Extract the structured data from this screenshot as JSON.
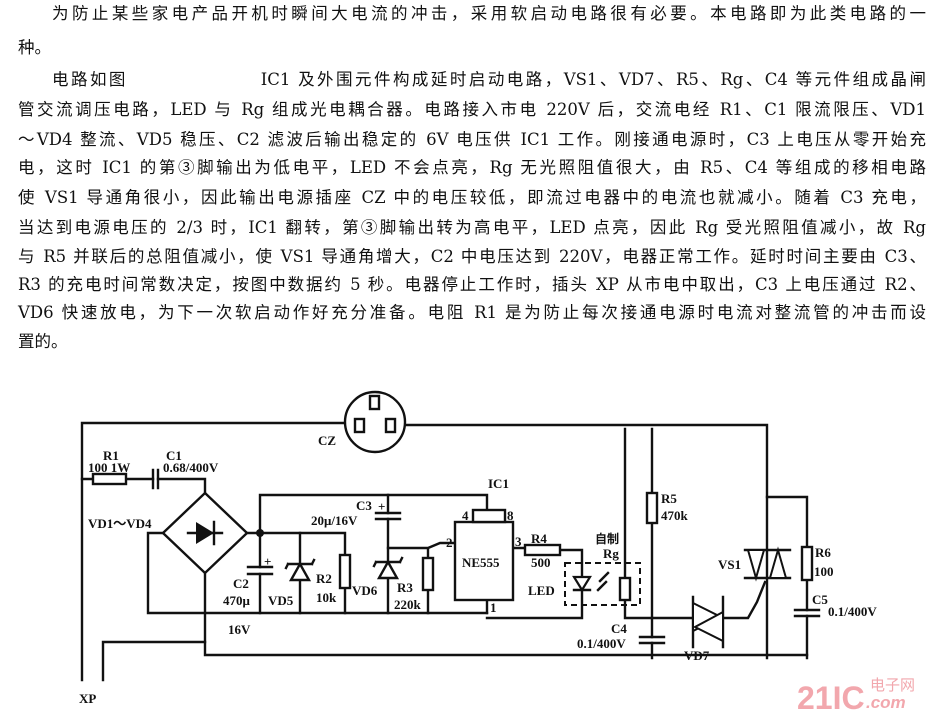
{
  "article": {
    "lines": [
      "为防止某些家电产品开机时瞬间大电流的冲击，采用软启动电路很有必要。本电路即为此类电路的一",
      "种。",
      "电路如图　　　　　　　IC1 及外围元件构成延时启动电路，VS1、VD7、R5、Rg、C4 等元件组成晶闸",
      "管交流调压电路，LED 与 Rg 组成光电耦合器。电路接入市电 220V 后，交流电经 R1、C1 限流限压、VD1",
      "～VD4 整流、VD5 稳压、C2 滤波后输出稳定的 6V 电压供 IC1 工作。刚接通电源时，C3 上电压从零开始充",
      "电，这时 IC1 的第③脚输出为低电平，LED 不会点亮，Rg 无光照阻值很大，由 R5、C4 等组成的移相电路",
      "使 VS1 导通角很小，因此输出电源插座 CZ 中的电压较低，即流过电器中的电流也就减小。随着 C3 充电，",
      "当达到电源电压的 2/3 时，IC1 翻转，第③脚输出转为高电平，LED 点亮，因此 Rg 受光照阻值减小，故 Rg",
      "与 R5 并联后的总阻值减小，使 VS1 导通角增大，C2 中电压达到 220V，电器正常工作。延时时间主要由 C3、",
      "R3 的充电时间常数决定，按图中数据约 5 秒。电器停止工作时，插头 XP 从市电中取出，C3 上电压通过 R2、",
      "VD6 快速放电，为下一次软启动作好充分准备。电阻 R1 是为防止每次接通电源时电流对整流管的冲击而设",
      "置的。"
    ]
  },
  "circuit": {
    "labels": {
      "r1": "R1",
      "r1_val": "100 1W",
      "c1": "C1",
      "c1_val": "0.68/400V",
      "cz": "CZ",
      "bridge": "VD1～VD4",
      "c2": "C2",
      "c2_val": "470μ",
      "c2_v": "16V",
      "vd5": "VD5",
      "r2": "R2",
      "r2_val": "10k",
      "c3": "C3",
      "c3_val": "20μ/16V",
      "vd6": "VD6",
      "r3": "R3",
      "r3_val": "220k",
      "ic1": "IC1",
      "ic_chip": "NE555",
      "pin4": "4",
      "pin8": "8",
      "pin2": "2",
      "pin3": "3",
      "pin1": "1",
      "r4": "R4",
      "r4_val": "500",
      "led": "LED",
      "selfmade": "自制",
      "rg": "Rg",
      "r5": "R5",
      "r5_val": "470k",
      "c4": "C4",
      "c4_val": "0.1/400V",
      "vd7": "VD7",
      "vs1": "VS1",
      "r6": "R6",
      "r6_val": "100",
      "c5": "C5",
      "c5_val": "0.1/400V",
      "xp": "XP",
      "plus": "+"
    },
    "watermark": {
      "brand": "21IC",
      "cn": "电子网",
      "domain": ".com"
    }
  }
}
